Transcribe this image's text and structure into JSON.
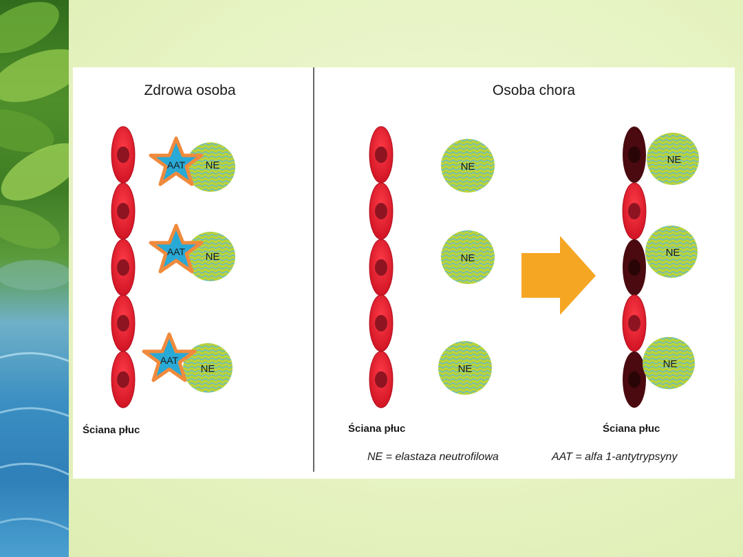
{
  "left_panel": {
    "title": "Zdrowa osoba",
    "wall_label": "Ściana płuc",
    "pairs": [
      {
        "aat": "AAT",
        "ne": "NE"
      },
      {
        "aat": "AAT",
        "ne": "NE"
      },
      {
        "aat": "AAT",
        "ne": "NE"
      }
    ]
  },
  "right_panel": {
    "title": "Osoba chora",
    "before": {
      "wall_label": "Ściana płuc",
      "ne_labels": [
        "NE",
        "NE",
        "NE"
      ]
    },
    "after": {
      "wall_label": "Ściana płuc",
      "ne_labels": [
        "NE",
        "NE",
        "NE"
      ]
    }
  },
  "legend": {
    "ne_definition": "NE = elastaza neutrofilowa",
    "aat_definition": "AAT = alfa 1-antytrypsyny"
  },
  "colors": {
    "cell_fill": "#e8202e",
    "cell_nucleus": "#8e1421",
    "damaged_cell": "#4a0a10",
    "ne_green": "#b8d23a",
    "ne_stripe": "#5fb8d8",
    "aat_blue": "#29a9d6",
    "aat_border": "#f08a3c",
    "arrow": "#f5a623",
    "divider": "#333333"
  }
}
